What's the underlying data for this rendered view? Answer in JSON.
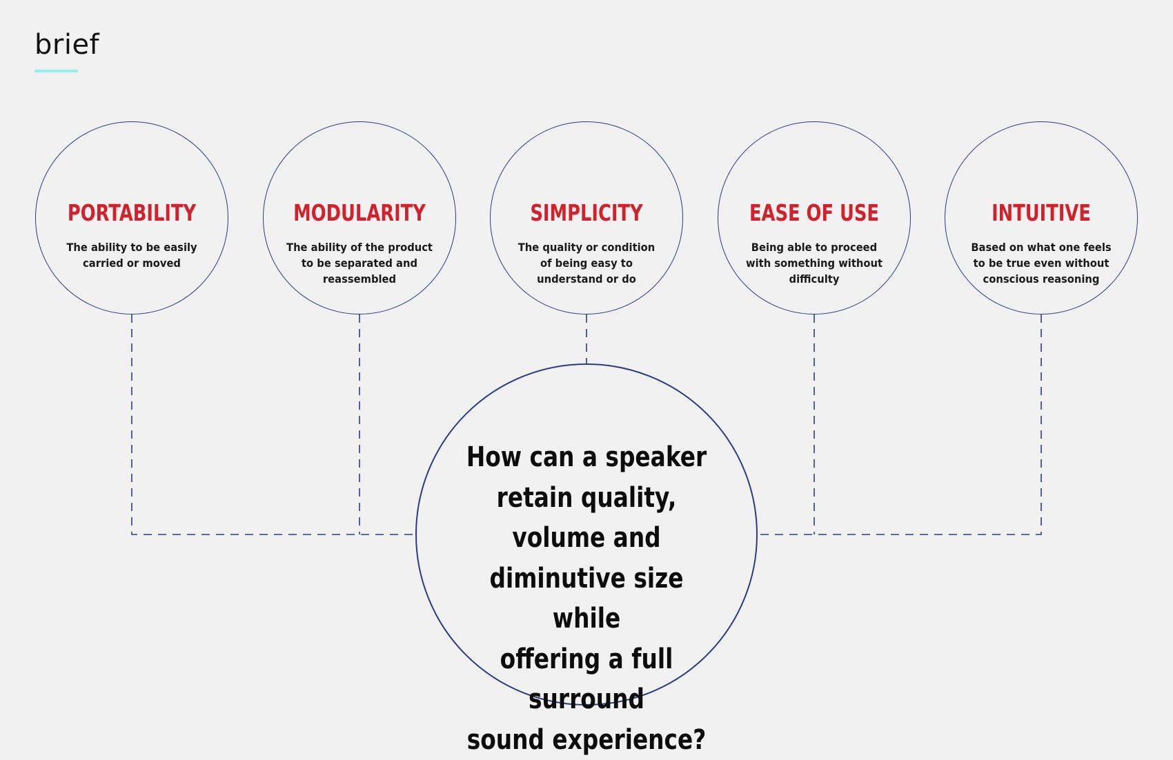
{
  "header": {
    "title": "brief"
  },
  "colors": {
    "background": "#f1f1f1",
    "accent_underline": "#8ff3f6",
    "circle_stroke": "#2a3a8a",
    "pillar_title": "#d42029",
    "text": "#1a1a1a"
  },
  "pillars": [
    {
      "title": "PORTABILITY",
      "description": "The ability to be easily carried or moved"
    },
    {
      "title": "MODULARITY",
      "description": "The ability of the product to be separated and reassembled"
    },
    {
      "title": "SIMPLICITY",
      "description": "The quality or condition of being easy to understand or do"
    },
    {
      "title": "EASE OF USE",
      "description": "Being able to proceed with something without difficulty"
    },
    {
      "title": "INTUITIVE",
      "description": "Based on what one feels to be true even without conscious reasoning"
    }
  ],
  "core": {
    "question_lines": [
      "How can a speaker",
      "retain quality, volume and",
      "diminutive size while",
      "offering a full surround",
      "sound experience?"
    ]
  }
}
